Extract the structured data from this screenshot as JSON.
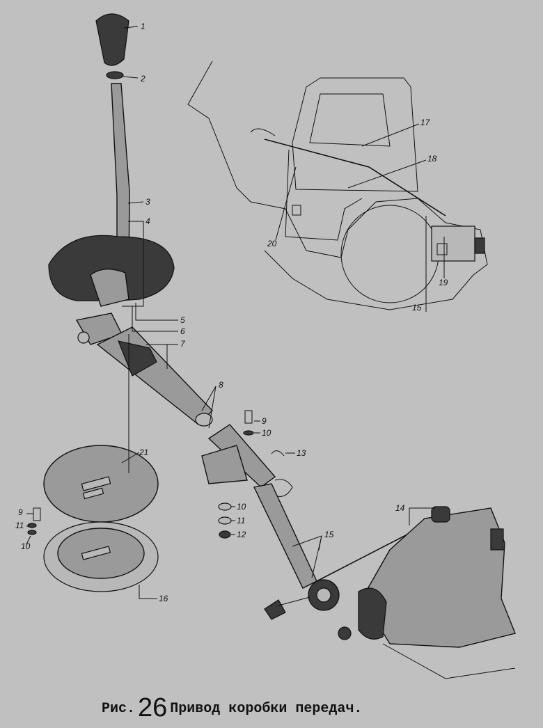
{
  "figure": {
    "prefix": "Рис.",
    "number": "26",
    "title": "Привод коробки передач."
  },
  "callouts": {
    "c1": "1",
    "c2": "2",
    "c3": "3",
    "c4": "4",
    "c5": "5",
    "c6": "6",
    "c7": "7",
    "c8": "8",
    "c9a": "9",
    "c10a": "10",
    "c13": "13",
    "c10b": "10",
    "c11b": "11",
    "c12": "12",
    "c14": "14",
    "c15a": "15",
    "c21": "21",
    "c9b": "9",
    "c11c": "11",
    "c10c": "10",
    "c16": "16",
    "c17": "17",
    "c18": "18",
    "c20": "20",
    "c19": "19",
    "c15b": "15"
  }
}
